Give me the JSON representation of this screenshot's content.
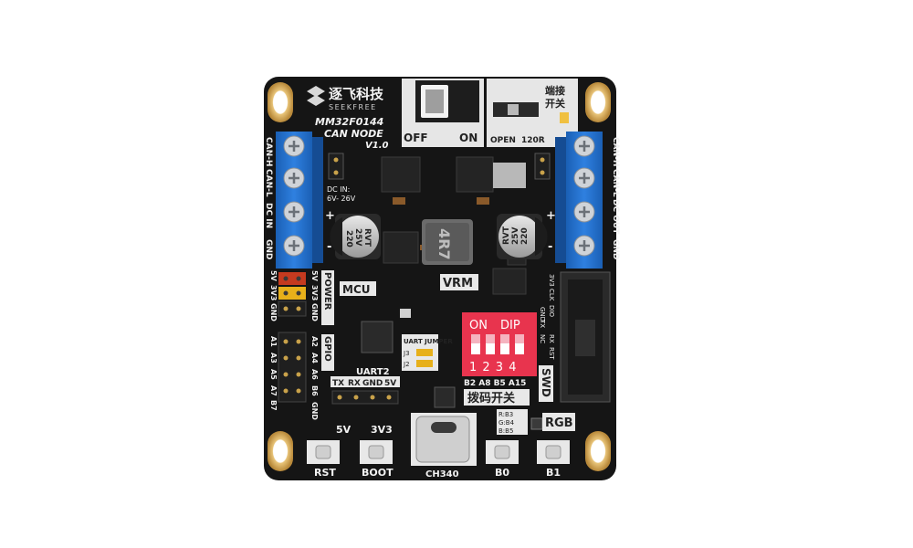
{
  "board": {
    "brand_cn": "逐飞科技",
    "brand_en": "SEEKFREE",
    "model": "MM32F0144",
    "node": "CAN NODE",
    "version": "V1.0",
    "switch_off": "OFF",
    "switch_on": "ON",
    "term_cn": "端接",
    "term_cn2": "开关",
    "term_open": "OPEN",
    "term_120r": "120R",
    "dc_in": "DC IN:",
    "dc_range": "6V- 26V",
    "cap_text1": "220",
    "cap_text2": "25V",
    "cap_text3": "RVT",
    "inductor": "4R7",
    "vrm": "VRM",
    "mcu": "MCU",
    "power": "POWER",
    "gpio": "GPIO",
    "uart2": "UART2",
    "uart_jumper": "UART JUMPER",
    "j3": "J3",
    "j2": "J2",
    "dip_on": "ON",
    "dip_dip": "DIP",
    "dip_nums": "1 2 3 4",
    "dip_pins": "B2 A8 B5 A15",
    "dip_cn": "拨码开关",
    "swd": "SWD",
    "rgb": "RGB",
    "rgb_r": "R:B3",
    "rgb_g": "G:B4",
    "rgb_b": "B:B5",
    "ch340": "CH340",
    "rst": "RST",
    "boot": "BOOT",
    "b0": "B0",
    "b1": "B1",
    "v5": "5V",
    "v3": "3V3",
    "plus": "+",
    "minus": "-",
    "swd_r1": "3V3",
    "swd_r2": "CLK",
    "swd_r3": "DIO",
    "swd_m1": "GND",
    "swd_m3": "NC",
    "swd_l1": "RX",
    "swd_l2": "TX",
    "swd_l3": "RST",
    "left_t": [
      "CAN-H",
      "CAN-L",
      "DC IN",
      "GND"
    ],
    "right_t": [
      "CAN-H",
      "CAN-L",
      "DC OUT",
      "GND"
    ],
    "pwr_a": [
      "5V",
      "3V3",
      "GND"
    ],
    "pwr_b": [
      "5V",
      "3V3",
      "GND"
    ],
    "gpio_a": [
      "A1",
      "A3",
      "A5",
      "A7"
    ],
    "gpio_b": [
      "A2",
      "A4",
      "A6",
      "B6"
    ],
    "gpio_b_end": "B7",
    "gpio_gnd": "GND",
    "uart_pins": [
      "TX",
      "RX",
      "GND",
      "5V"
    ]
  }
}
